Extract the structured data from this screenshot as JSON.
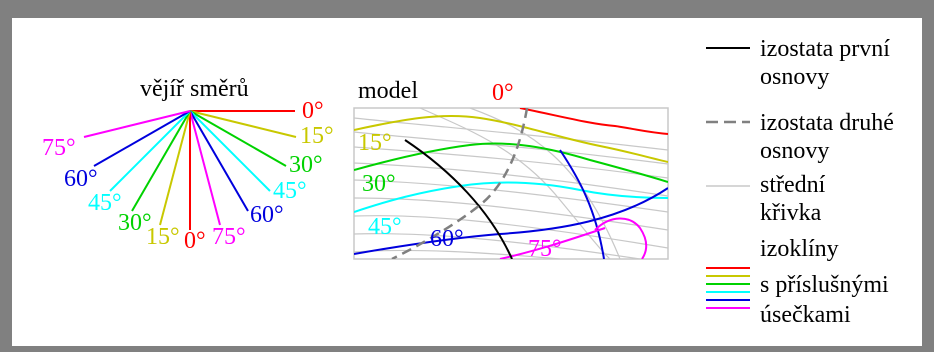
{
  "colors": {
    "frame": "#808080",
    "red": "#ff0000",
    "yellow": "#c8c800",
    "green": "#00d200",
    "cyan": "#00ffff",
    "blue": "#0000dd",
    "magenta": "#ff00ff",
    "black": "#000000",
    "dash_gray": "#808080",
    "midline": "#c8c8c8"
  },
  "fan": {
    "title": "vějíř směrů",
    "labels": {
      "r0": "0°",
      "r15": "15°",
      "r30": "30°",
      "r45": "45°",
      "r60": "60°",
      "r75": "75°",
      "l75": "75°",
      "l60": "60°",
      "l45": "45°",
      "l30": "30°",
      "l15": "15°",
      "l0": "0°"
    }
  },
  "model": {
    "title": "model",
    "labels": {
      "top0": "0°",
      "l15": "15°",
      "l30": "30°",
      "l45": "45°",
      "l60": "60°",
      "l75": "75°"
    }
  },
  "legend": {
    "izostata1": [
      "izostata první",
      "osnovy"
    ],
    "izostata2": [
      "izostata druhé",
      "osnovy"
    ],
    "midline": [
      "střední",
      "křivka"
    ],
    "izokliny": [
      "izoklíny",
      "s příslušnými",
      "úsečkami"
    ]
  }
}
